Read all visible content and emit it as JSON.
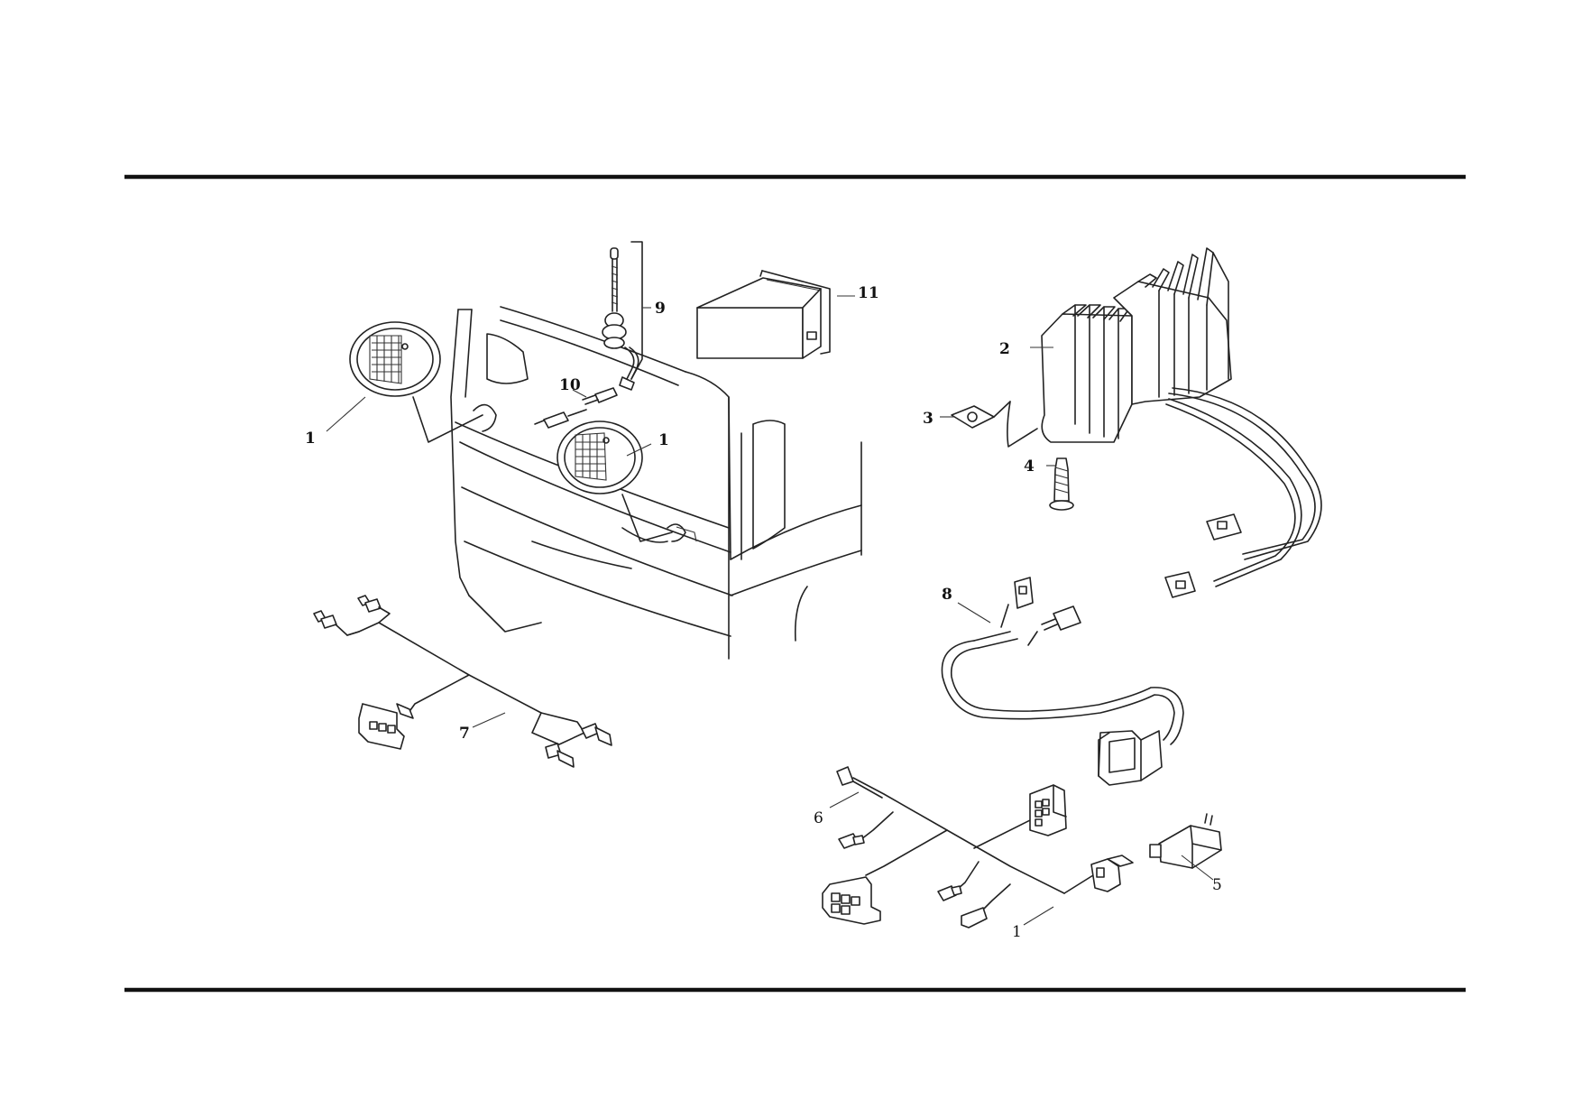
{
  "callouts": {
    "c1a": "1",
    "c1b": "1",
    "c1c": "1",
    "c2": "2",
    "c3": "3",
    "c4": "4",
    "c5": "5",
    "c6": "6",
    "c7": "7",
    "c8": "8",
    "c9": "9",
    "c10": "10",
    "c11": "11"
  },
  "icons": {
    "work-lamp": "round-work-lamp-icon",
    "antenna": "antenna-icon",
    "radio": "radio-unit-icon",
    "regulator": "voltage-regulator-icon",
    "clip": "clip-nut-icon",
    "screw": "screw-icon",
    "switch": "rocker-switch-icon",
    "harness": "wiring-harness-icon"
  },
  "colors": {
    "line": "#222222",
    "background": "#ffffff"
  }
}
